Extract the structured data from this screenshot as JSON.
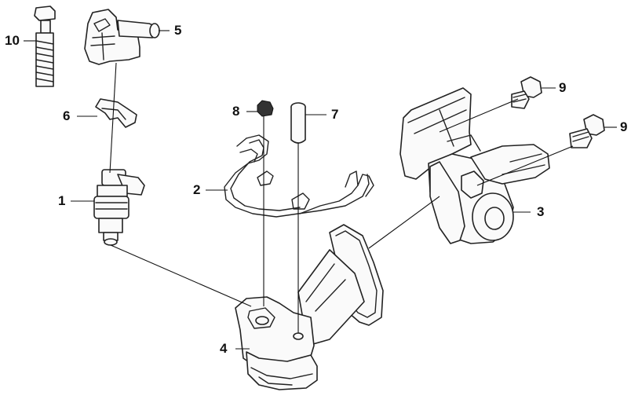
{
  "callouts": {
    "c1": "1",
    "c2": "2",
    "c3": "3",
    "c4": "4",
    "c5": "5",
    "c6": "6",
    "c7": "7",
    "c8": "8",
    "c9a": "9",
    "c9b": "9",
    "c10": "10"
  },
  "colors": {
    "line": "#222222",
    "background": "#ffffff"
  }
}
